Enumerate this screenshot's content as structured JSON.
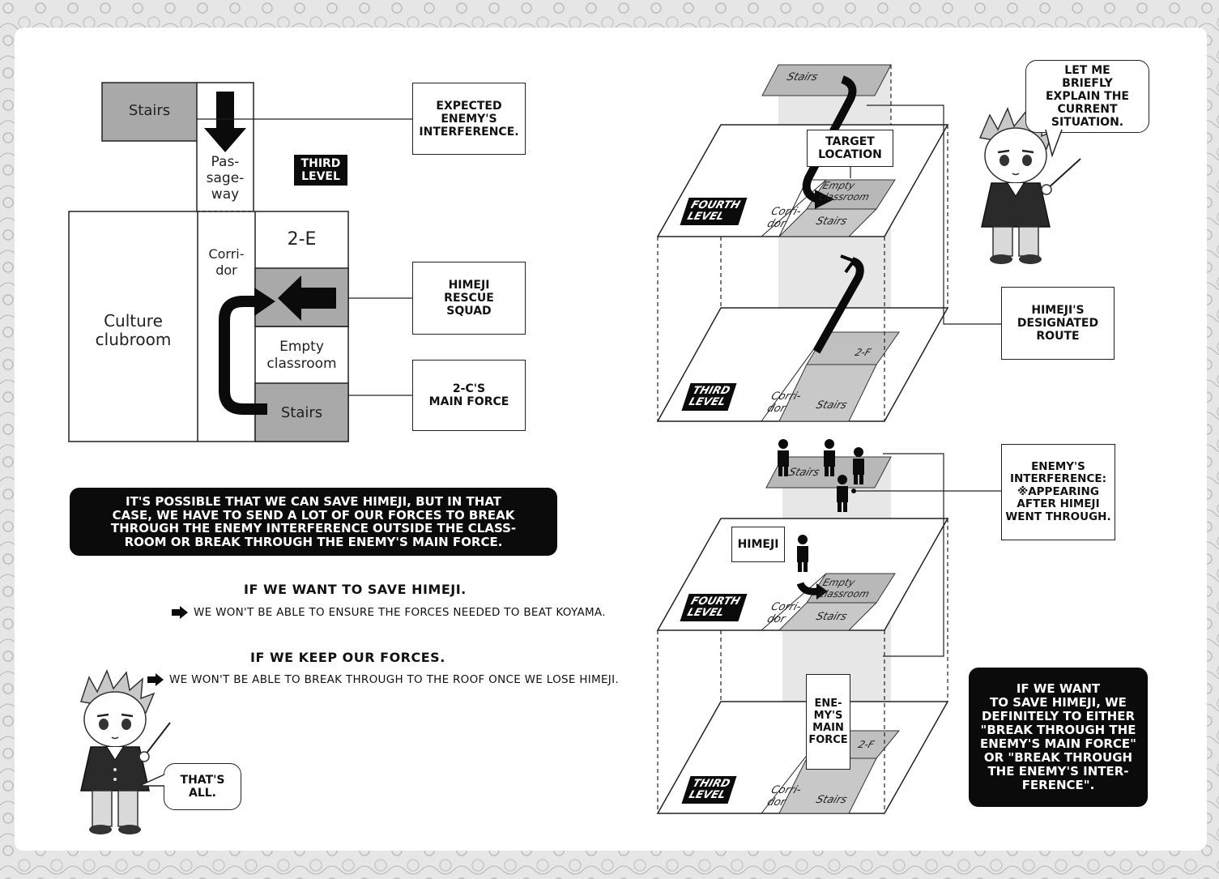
{
  "floor_plan": {
    "rooms": {
      "stairs_top": "Stairs",
      "passageway": "Pas-\nsage-\nway",
      "level_tag": "THIRD\nLEVEL",
      "corridor": "Corri-\ndor",
      "class_2e": "2-E",
      "culture_clubroom": "Culture\nclubroom",
      "empty_classroom": "Empty\nclassroom",
      "stairs_bottom": "Stairs"
    },
    "callouts": {
      "expected_interference": "EXPECTED\nENEMY'S\nINTERFERENCE.",
      "rescue_squad": "HIMEJI\nRESCUE\nSQUAD",
      "main_force": "2-C'S\nMAIN FORCE"
    }
  },
  "banner": "IT'S POSSIBLE THAT WE CAN SAVE HIMEJI, BUT IN THAT\nCASE, WE HAVE TO SEND A LOT OF OUR FORCES TO BREAK\nTHROUGH THE ENEMY INTERFERENCE OUTSIDE THE CLASS-\nROOM OR BREAK THROUGH THE ENEMY'S MAIN FORCE.",
  "options": {
    "save_heading": "IF WE WANT TO SAVE HIMEJI.",
    "save_result": "WE WON'T BE ABLE TO ENSURE THE FORCES NEEDED TO BEAT KOYAMA.",
    "keep_heading": "IF WE KEEP OUR FORCES.",
    "keep_result": "WE WON'T BE ABLE TO BREAK THROUGH TO THE ROOF ONCE WE LOSE HIMEJI."
  },
  "speech": {
    "intro": "LET ME\nBRIEFLY\nEXPLAIN THE\nCURRENT\nSITUATION.",
    "outro": "THAT'S\nALL."
  },
  "iso_top": {
    "stairs_upper": "Stairs",
    "target_location": "TARGET\nLOCATION",
    "empty_classroom": "Empty\nclassroom",
    "fourth_level": "FOURTH\nLEVEL",
    "corridor_4": "Corri-\ndor",
    "stairs_4": "Stairs",
    "class_2f": "2-F",
    "third_level": "THIRD\nLEVEL",
    "corridor_3": "Corri-\ndor",
    "stairs_3": "Stairs",
    "route_callout": "HIMEJI'S\nDESIGNATED\nROUTE"
  },
  "iso_bottom": {
    "stairs_upper": "Stairs",
    "interference_callout": "ENEMY'S\nINTERFERENCE:\n※APPEARING\nAFTER HIMEJI\nWENT THROUGH.",
    "himeji": "HIMEJI",
    "empty_classroom": "Empty\nclassroom",
    "fourth_level": "FOURTH\nLEVEL",
    "corridor_4": "Corri-\ndor",
    "stairs_4": "Stairs",
    "main_force": "ENE-\nMY'S\nMAIN\nFORCE",
    "class_2f": "2-F",
    "third_level": "THIRD\nLEVEL",
    "corridor_3": "Corri-\ndor",
    "stairs_3": "Stairs"
  },
  "conclusion": "IF WE WANT\nTO SAVE HIMEJI, WE\nDEFINITELY TO EITHER\n\"BREAK THROUGH THE\nENEMY'S MAIN FORCE\"\nOR \"BREAK THROUGH\nTHE ENEMY'S INTER-\nFERENCE\".",
  "icons": [
    "arrow-right-icon",
    "down-arrow-icon",
    "u-turn-arrow-icon",
    "person-icon"
  ],
  "colors": {
    "gray_fill": "#a9a9a9",
    "light_gray": "#d4d4d4",
    "black": "#0b0b0b"
  }
}
